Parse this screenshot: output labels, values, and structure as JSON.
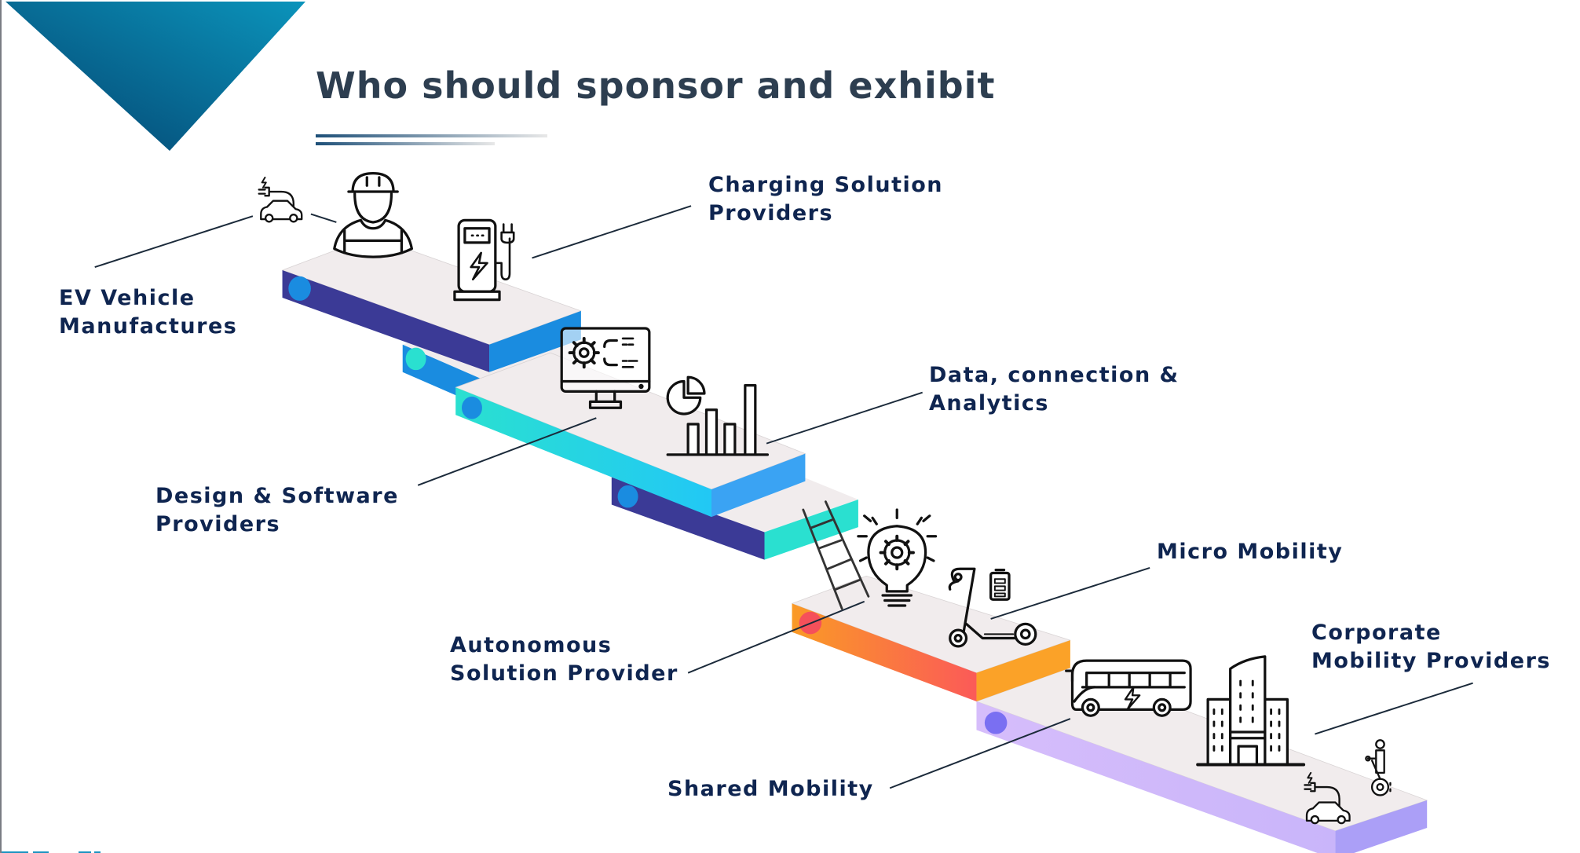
{
  "slide": {
    "title": "Who should sponsor and exhibit",
    "accent_colors": {
      "triangle_dark": "#04426e",
      "triangle_light": "#0b94bb",
      "title_text": "#2d3e50",
      "label_text": "#0f2550",
      "step_top": "#f1eced",
      "indigo": "#3b3a96",
      "blue": "#1a8ce0",
      "teal": "#2ae0d0",
      "cyan": "#22c8f5",
      "orange": "#fa9a26",
      "coral": "#fb5a58",
      "lavender": "#d2b9fb",
      "violet": "#ab9ff7"
    }
  },
  "categories": [
    {
      "id": "ev",
      "lines": [
        "EV Vehicle",
        "Manufactures"
      ],
      "icons": [
        "ev-car-charging-icon",
        "engineer-icon"
      ]
    },
    {
      "id": "charging",
      "lines": [
        "Charging Solution",
        "Providers"
      ],
      "icons": [
        "charging-station-icon"
      ]
    },
    {
      "id": "data",
      "lines": [
        "Data, connection &",
        "Analytics"
      ],
      "icons": [
        "bar-chart-icon",
        "pie-chart-icon"
      ]
    },
    {
      "id": "design",
      "lines": [
        "Design & Software",
        "Providers"
      ],
      "icons": [
        "monitor-gear-icon"
      ]
    },
    {
      "id": "micro",
      "lines": [
        "Micro Mobility"
      ],
      "icons": [
        "scooter-icon",
        "battery-icon"
      ]
    },
    {
      "id": "autonomous",
      "lines": [
        "Autonomous",
        "Solution Provider"
      ],
      "icons": [
        "lightbulb-gear-icon",
        "ladder-icon"
      ]
    },
    {
      "id": "corporate",
      "lines": [
        "Corporate",
        "Mobility Providers"
      ],
      "icons": [
        "office-building-icon",
        "segway-icon",
        "ev-car-charging-icon"
      ]
    },
    {
      "id": "shared",
      "lines": [
        "Shared Mobility"
      ],
      "icons": [
        "electric-bus-icon"
      ]
    }
  ]
}
